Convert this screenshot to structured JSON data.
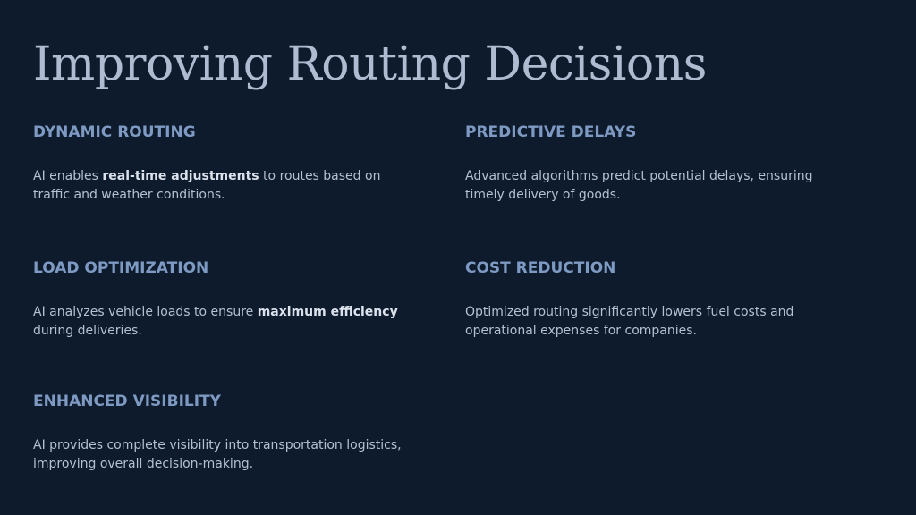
{
  "title": "Improving Routing Decisions",
  "sections": [
    {
      "heading": "DYNAMIC ROUTING",
      "text_before": "AI enables ",
      "bold": "real-time adjustments",
      "text_after": " to routes based on traffic and weather conditions."
    },
    {
      "heading": "PREDICTIVE DELAYS",
      "text_before": "Advanced algorithms predict potential delays, ensuring timely delivery of goods.",
      "bold": "",
      "text_after": ""
    },
    {
      "heading": "LOAD OPTIMIZATION",
      "text_before": "AI analyzes vehicle loads to ensure ",
      "bold": "maximum efficiency",
      "text_after": " during deliveries."
    },
    {
      "heading": "COST REDUCTION",
      "text_before": "Optimized routing significantly lowers fuel costs and operational expenses for companies.",
      "bold": "",
      "text_after": ""
    },
    {
      "heading": "ENHANCED VISIBILITY",
      "text_before": "AI provides complete visibility into transportation logistics, improving overall decision-making.",
      "bold": "",
      "text_after": ""
    }
  ],
  "colors": {
    "background": "#0d1b2c",
    "title": "#aebbd0",
    "heading": "#7e9ac2",
    "body": "#b5c0d1"
  }
}
